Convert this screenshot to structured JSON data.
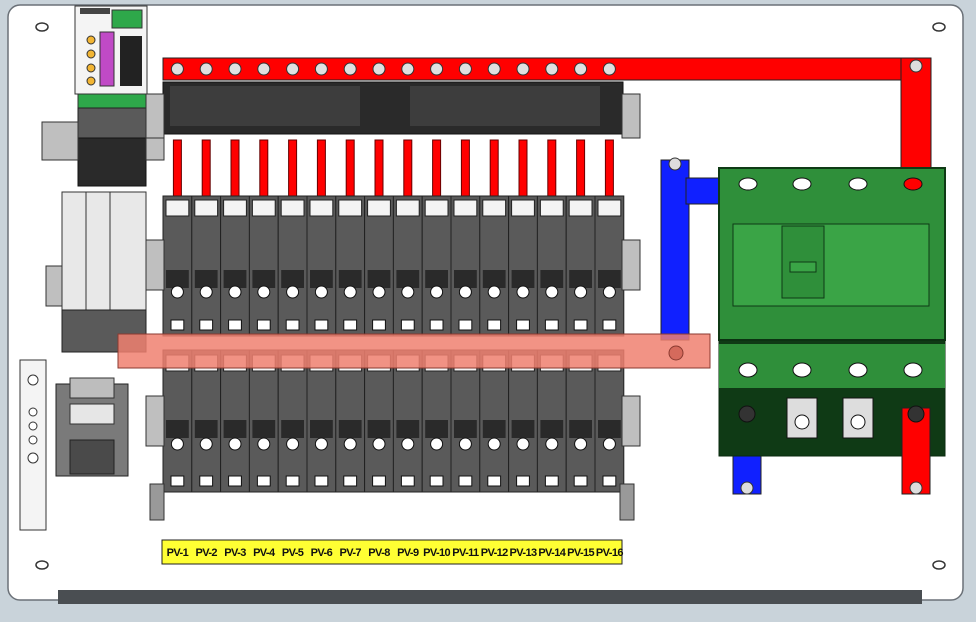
{
  "diagram": {
    "pv_labels": [
      "PV-1",
      "PV-2",
      "PV-3",
      "PV-4",
      "PV-5",
      "PV-6",
      "PV-7",
      "PV-8",
      "PV-9",
      "PV-10",
      "PV-11",
      "PV-12",
      "PV-13",
      "PV-14",
      "PV-15",
      "PV-16"
    ],
    "colors": {
      "plate": "#ffffff",
      "frame": "#eef2f5",
      "positive_bus": "#ff0000",
      "negative_bus": "#1020ff",
      "breaker": "#2f8f3a",
      "breaker_dark": "#0f3a15",
      "terminal": "#5a5a5a",
      "terminal_dark": "#2a2a2a",
      "label_strip": "#ffff33",
      "busbar_cover": "#f08070"
    },
    "icons": [
      "mounting-hole-icon",
      "screw-icon",
      "fuse-holder-icon",
      "surge-protector-icon",
      "dc-breaker-icon",
      "terminal-block-icon",
      "busbar-icon"
    ]
  }
}
